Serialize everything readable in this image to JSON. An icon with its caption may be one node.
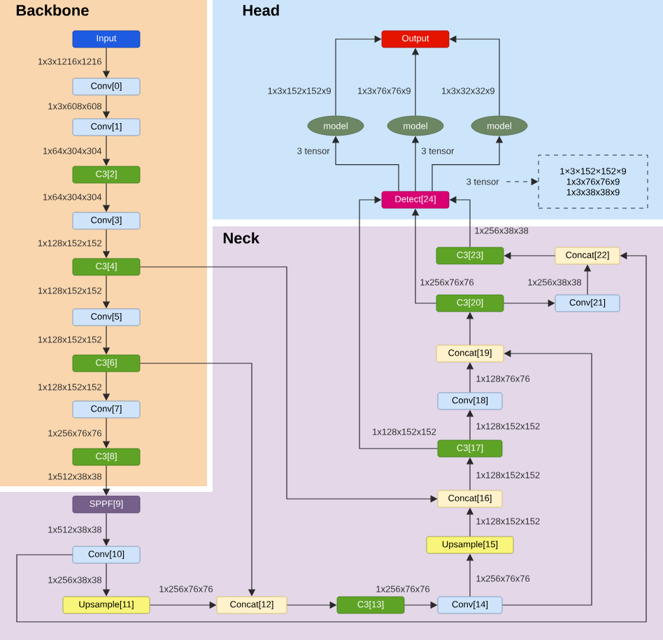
{
  "diagram": {
    "nodes": [
      {
        "text": [
          "Backbone"
        ]
      },
      {
        "text": [
          "Input"
        ],
        "in": 0
      },
      {
        "text": [
          "Conv[0]"
        ],
        "in": 0
      },
      {
        "text": [
          "Conv[1]"
        ],
        "in": 0
      },
      {
        "text": [
          "C3[2]"
        ],
        "in": 0
      },
      {
        "text": [
          "Conv[3]"
        ],
        "in": 0
      },
      {
        "text": [
          "C3[4]"
        ],
        "in": 0
      },
      {
        "text": [
          "Conv[5]"
        ],
        "in": 0
      },
      {
        "text": [
          "C3[6]"
        ],
        "in": 0
      },
      {
        "text": [
          "Conv[7]"
        ],
        "in": 0
      },
      {
        "text": [
          "C3[8]"
        ],
        "in": 0
      },
      {
        "text": [
          "Head"
        ]
      },
      {
        "text": [
          "Output"
        ],
        "in": 11
      },
      {
        "text": [
          "model"
        ],
        "in": 11
      },
      {
        "text": [
          "model"
        ],
        "in": 11
      },
      {
        "text": [
          "model"
        ],
        "in": 11
      },
      {
        "text": [
          "Detect[24]"
        ],
        "in": 11
      },
      {
        "text": [
          "1×3×152×152×9",
          "1x3x76x76x9",
          "1x3x38x38x9"
        ],
        "in": 11
      },
      {
        "text": [
          "Neck"
        ]
      },
      {
        "text": [
          "SPPF[9]"
        ],
        "in": 18
      },
      {
        "text": [
          "Conv[10]"
        ],
        "in": 18
      },
      {
        "text": [
          "Upsample[11]"
        ],
        "in": 18
      },
      {
        "text": [
          "Concat[12]"
        ],
        "in": 18
      },
      {
        "text": [
          "C3[13]"
        ],
        "in": 18
      },
      {
        "text": [
          "Conv[14]"
        ],
        "in": 18
      },
      {
        "text": [
          "Upsample[15]"
        ],
        "in": 18
      },
      {
        "text": [
          "Concat[16]"
        ],
        "in": 18
      },
      {
        "text": [
          "C3[17]"
        ],
        "in": 18
      },
      {
        "text": [
          "Conv[18]"
        ],
        "in": 18
      },
      {
        "text": [
          "Concat[19]"
        ],
        "in": 18
      },
      {
        "text": [
          "C3[20]"
        ],
        "in": 18
      },
      {
        "text": [
          "Conv[21]"
        ],
        "in": 18
      },
      {
        "text": [
          "Concat[22]"
        ],
        "in": 18
      },
      {
        "text": [
          "C3[23]"
        ],
        "in": 18
      }
    ],
    "edges": [
      {
        "from": 1,
        "to": 2,
        "arrow": "to",
        "label": "1x3x1216x1216"
      },
      {
        "from": 2,
        "to": 3,
        "arrow": "to",
        "label": "1x3x608x608"
      },
      {
        "from": 3,
        "to": 4,
        "arrow": "to",
        "label": "1x64x304x304"
      },
      {
        "from": 4,
        "to": 5,
        "arrow": "to",
        "label": "1x64x304x304"
      },
      {
        "from": 5,
        "to": 6,
        "arrow": "to",
        "label": "1x128x152x152"
      },
      {
        "from": 6,
        "to": 7,
        "arrow": "to",
        "label": "1x128x152x152"
      },
      {
        "from": 7,
        "to": 8,
        "arrow": "to",
        "label": "1x128x152x152"
      },
      {
        "from": 8,
        "to": 9,
        "arrow": "to",
        "label": "1x128x152x152"
      },
      {
        "from": 9,
        "to": 10,
        "arrow": "to",
        "label": "1x256x76x76"
      },
      {
        "from": 10,
        "to": 19,
        "arrow": "to",
        "label": "1x512x38x38"
      },
      {
        "from": 19,
        "to": 20,
        "arrow": "to",
        "label": "1x512x38x38"
      },
      {
        "from": 20,
        "to": 21,
        "arrow": "to",
        "label": "1x256x38x38"
      },
      {
        "from": 21,
        "to": 22,
        "arrow": "to",
        "label": "1x256x76x76"
      },
      {
        "from": 22,
        "to": 23,
        "arrow": "to"
      },
      {
        "from": 23,
        "to": 24,
        "arrow": "to",
        "label": "1x256x76x76"
      },
      {
        "from": 24,
        "to": 25,
        "arrow": "to",
        "label": "1x256x76x76"
      },
      {
        "from": 25,
        "to": 26,
        "arrow": "to",
        "label": "1x128x152x152"
      },
      {
        "from": 26,
        "to": 27,
        "arrow": "to",
        "label": "1x128x152x152"
      },
      {
        "from": 27,
        "to": 28,
        "arrow": "to",
        "label": "1x128x152x152"
      },
      {
        "from": 28,
        "to": 29,
        "arrow": "to",
        "label": "1x128x76x76"
      },
      {
        "from": 29,
        "to": 30,
        "arrow": "to"
      },
      {
        "from": 30,
        "to": 31,
        "arrow": "to"
      },
      {
        "from": 31,
        "to": 32,
        "arrow": "to",
        "label": "1x256x38x38"
      },
      {
        "from": 32,
        "to": 33,
        "arrow": "to"
      },
      {
        "from": 33,
        "to": 16,
        "arrow": "to",
        "label": "1x256x38x38"
      },
      {
        "from": 6,
        "to": 26,
        "arrow": "to"
      },
      {
        "from": 8,
        "to": 22,
        "arrow": "to"
      },
      {
        "from": 20,
        "to": 32,
        "arrow": "to"
      },
      {
        "from": 24,
        "to": 29,
        "arrow": "to"
      },
      {
        "from": 27,
        "to": 16,
        "arrow": "to",
        "label": "1x128x152x152"
      },
      {
        "from": 30,
        "to": 16,
        "arrow": "to",
        "label": "1x256x76x76"
      },
      {
        "from": 16,
        "to": 13,
        "arrow": "to",
        "label": "3 tensor"
      },
      {
        "from": 16,
        "to": 14,
        "arrow": "to",
        "label": "3 tensor"
      },
      {
        "from": 16,
        "to": 15,
        "arrow": "to"
      },
      {
        "from": 13,
        "to": 12,
        "arrow": "to",
        "label": "1x3x152x152x9"
      },
      {
        "from": 14,
        "to": 12,
        "arrow": "to",
        "label": "1x3x76x76x9"
      },
      {
        "from": 15,
        "to": 12,
        "arrow": "to",
        "label": "1x3x32x32x9"
      },
      {
        "from": null,
        "to": 17,
        "arrow": "to",
        "style": "dashed",
        "label": "3 tensor"
      }
    ]
  }
}
